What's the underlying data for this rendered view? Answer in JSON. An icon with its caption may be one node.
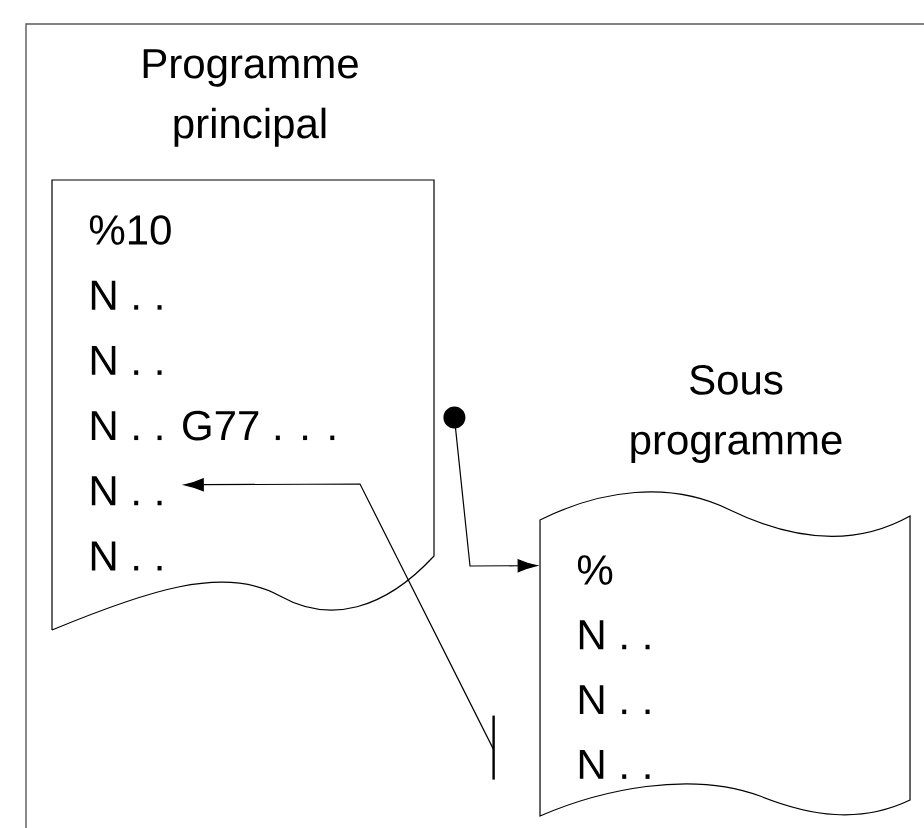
{
  "diagram": {
    "nodes": [
      {
        "text": [
          "Programme principal"
        ]
      },
      {
        "text": [
          "%10"
        ],
        "in": 0
      },
      {
        "text": [
          "N . ."
        ],
        "in": 0
      },
      {
        "text": [
          "N . ."
        ],
        "in": 0
      },
      {
        "text": [
          "N . . G77 . . ."
        ],
        "in": 0
      },
      {
        "text": [
          "N . ."
        ],
        "in": 0
      },
      {
        "text": [
          "N . ."
        ],
        "in": 0
      },
      {
        "text": [
          "Sous programme"
        ]
      },
      {
        "text": [
          "%"
        ],
        "in": 7
      },
      {
        "text": [
          "N . ."
        ],
        "in": 7
      },
      {
        "text": [
          "N . ."
        ],
        "in": 7
      },
      {
        "text": [
          "N . ."
        ],
        "in": 7
      }
    ],
    "edges": [
      {
        "from": 0,
        "to": 7,
        "arrow": "to"
      },
      {
        "from": 7,
        "to": 5,
        "arrow": "to"
      }
    ]
  }
}
